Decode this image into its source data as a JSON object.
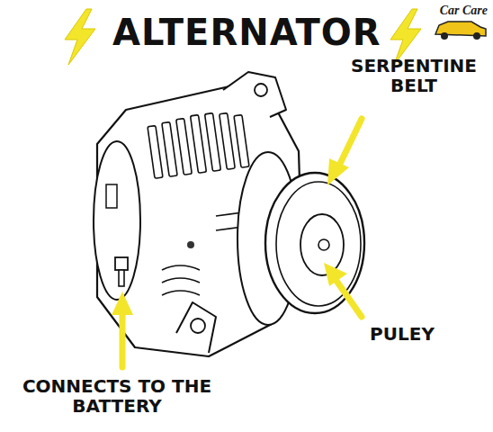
{
  "diagram": {
    "title": "ALTERNATOR",
    "labels": [
      "SERPENTINE BELT",
      "PULEY",
      "CONNECTS TO THE BATTERY",
      "Car Care"
    ]
  }
}
